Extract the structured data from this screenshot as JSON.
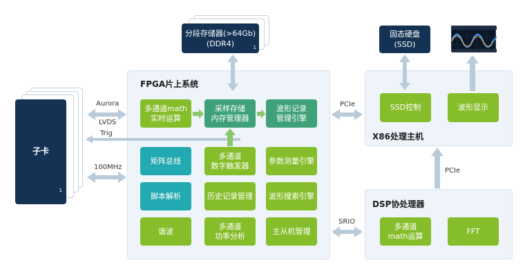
{
  "card": {
    "title": "子卡",
    "page_num": "1"
  },
  "links": {
    "aurora": "Aurora",
    "lvds": "LVDS",
    "trig": "Trig",
    "clock": "100MHz",
    "pcie_left": "PCIe",
    "srio": "SRIO",
    "pcie_right": "PCIe"
  },
  "fpga": {
    "title": "FPGA片上系统",
    "blocks": {
      "multi_math": "多通道math\n实时运算",
      "acq_mem": "采样存储\n内存管理器",
      "wave_rec": "波形记录\n管理引擎",
      "matrix_bus": "矩阵总线",
      "multi_trigger": "多通道\n数字触发器",
      "param_measure": "参数测量引擎",
      "script_parse": "脚本解析",
      "history_mgmt": "历史记录管理",
      "wave_search": "波形搜索引擎",
      "harmonic": "谐波",
      "power_analysis": "多通道\n功率分析",
      "master_slave": "主从机管理"
    }
  },
  "ddr": {
    "title": "分段存储器(>64Gb)\n(DDR4)",
    "page_num": "1"
  },
  "ssd": {
    "title": "固态硬盘\n(SSD)"
  },
  "x86": {
    "title": "X86处理主机",
    "blocks": {
      "ssd_ctrl": "SSD控制",
      "wave_display": "波形显示"
    }
  },
  "dsp": {
    "title": "DSP协处理器",
    "blocks": {
      "multi_math": "多通道\nmath运算",
      "fft": "FFT"
    }
  },
  "colors": {
    "navy": "#143253",
    "green": "#86bd2a",
    "dark_green": "#3ea17a",
    "teal": "#23a9b1",
    "panel": "#eef4fa",
    "arrow": "#b9cad9"
  }
}
